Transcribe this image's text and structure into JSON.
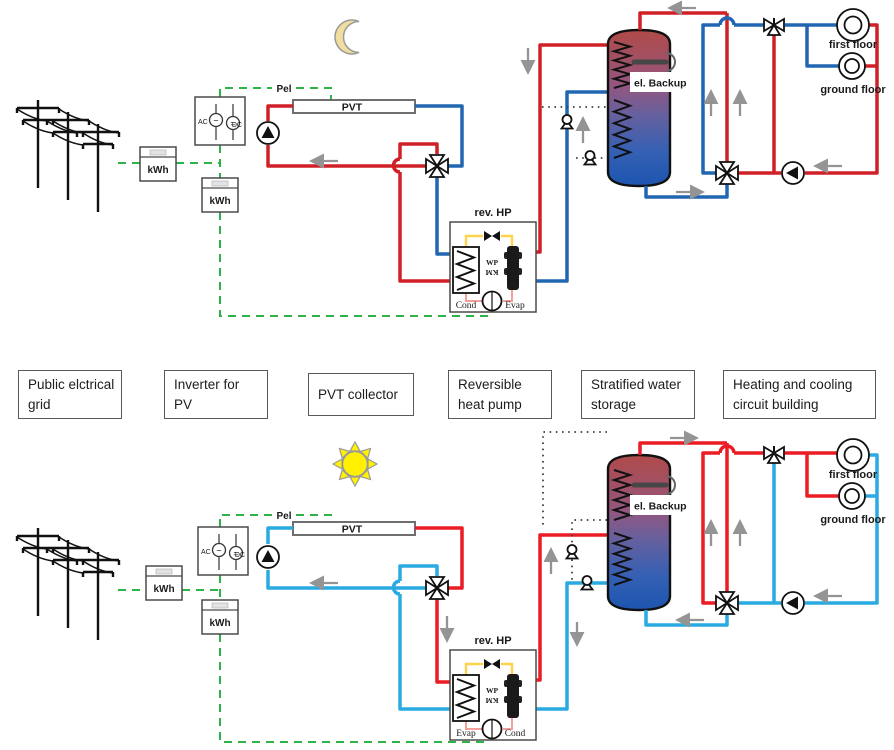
{
  "legend": [
    "Public elctrical grid",
    "Inverter for PV",
    "PVT collector",
    "Reversible heat pump",
    "Stratified water storage",
    "Heating and cooling circuit building"
  ],
  "labels": {
    "pel": "Pel",
    "pvt": "PVT",
    "rev_hp": "rev. HP",
    "el_backup": "el. Backup",
    "first_floor": "first floor",
    "ground_floor": "ground floor",
    "kwh": "kWh",
    "ac": "AC",
    "dc": "DC",
    "ac_symbol": "~",
    "dc_symbol": "=",
    "wp": "WP",
    "km": "KM"
  },
  "night": {
    "scene": "moon",
    "hp_left": "Cond",
    "hp_right": "Evap"
  },
  "day": {
    "scene": "sun",
    "hp_left": "Evap",
    "hp_right": "Cond"
  },
  "colors": {
    "hot_red_night": "#D02027",
    "hot_red_day": "#EC1C24",
    "cold_blue_night": "#2166B1",
    "cool_cyan_day": "#29ABE2",
    "electric_green": "#2DB34A",
    "hp_gas_line_yellow": "#FFD24D",
    "hp_liquid_line_pink": "#F2A099",
    "arrow_gray": "#949494",
    "tank_hot_top": "#B04A48",
    "tank_cold_bottom": "#1C55AF",
    "moon_yellow": "#F1DE9E",
    "sun_yellow": "#FFF100"
  }
}
